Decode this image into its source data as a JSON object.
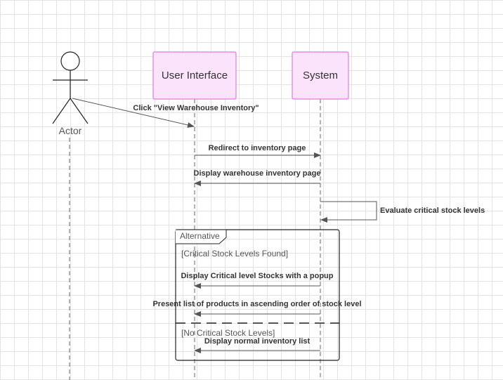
{
  "diagram": {
    "type": "sequence",
    "colors": {
      "participant_fill": "#fbe3fb",
      "participant_stroke": "#e477e4",
      "line": "#555555",
      "text": "#333333",
      "grid": "#e3e3e3"
    },
    "actor": {
      "label": "Actor",
      "icon": "stick-figure-icon"
    },
    "participants": [
      {
        "label": "User Interface"
      },
      {
        "label": "System"
      }
    ],
    "messages": [
      {
        "label": "Click \"View Warehouse Inventory\"",
        "from": "Actor",
        "to": "User Interface"
      },
      {
        "label": "Redirect to inventory page",
        "from": "User Interface",
        "to": "System"
      },
      {
        "label": "Display warehouse inventory page",
        "from": "System",
        "to": "User Interface"
      },
      {
        "label": "Evaluate critical stock levels",
        "from": "System",
        "to": "System"
      },
      {
        "label": "Display Critical level Stocks with a popup",
        "from": "System",
        "to": "User Interface"
      },
      {
        "label": "Present list of products in ascending order of stock level",
        "from": "System",
        "to": "User Interface"
      },
      {
        "label": "Display normal inventory list",
        "from": "System",
        "to": "User Interface"
      }
    ],
    "frame": {
      "label": "Alternative",
      "guards": [
        "[Critical Stock Levels Found]",
        "[No Critical Stock Levels]"
      ]
    }
  }
}
